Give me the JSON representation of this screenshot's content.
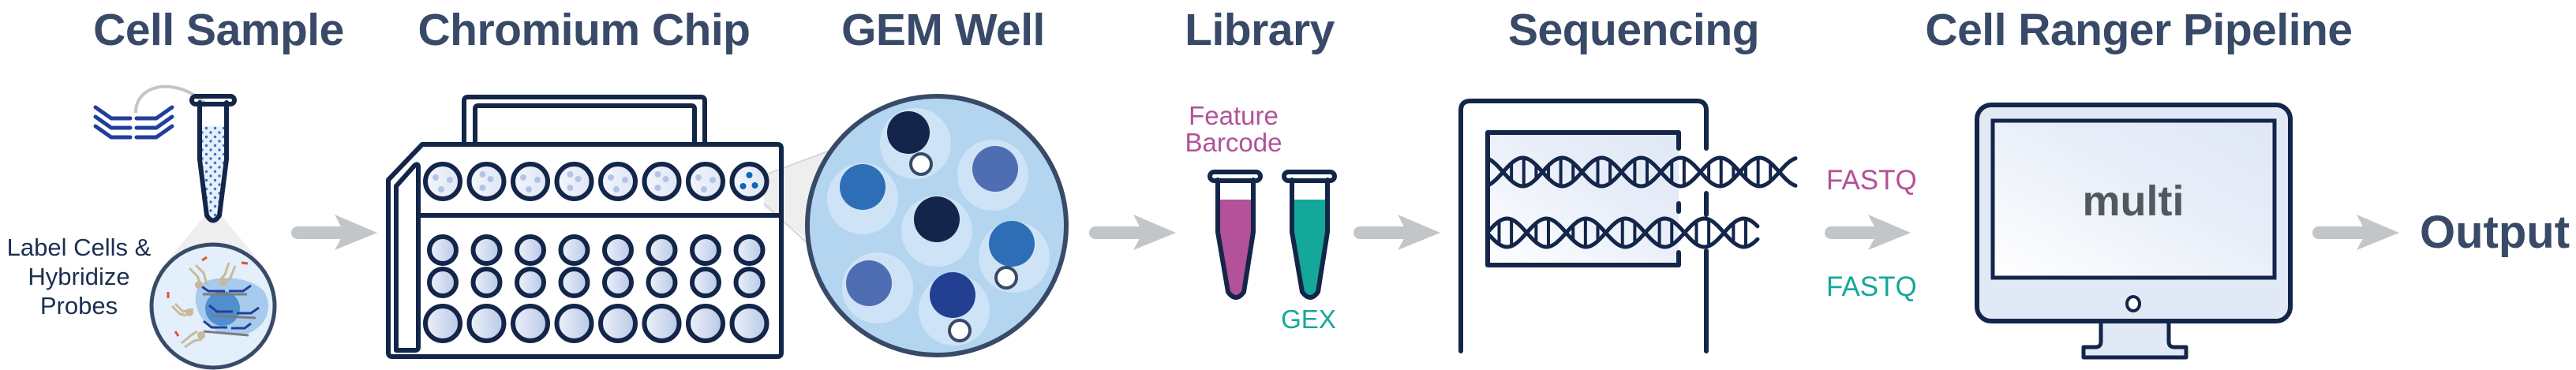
{
  "stages": [
    {
      "id": "cell-sample",
      "title": "Cell Sample",
      "caption_lines": [
        "Label Cells &",
        "Hybridize",
        "Probes"
      ]
    },
    {
      "id": "chromium-chip",
      "title": "Chromium Chip"
    },
    {
      "id": "gem-well",
      "title": "GEM Well"
    },
    {
      "id": "library",
      "title": "Library",
      "tubes": [
        {
          "label": "Feature Barcode",
          "label_lines": [
            "Feature",
            "Barcode"
          ],
          "color": "#b3519a"
        },
        {
          "label": "GEX",
          "color": "#14a89a"
        }
      ]
    },
    {
      "id": "sequencing",
      "title": "Sequencing",
      "outputs": [
        {
          "label": "FASTQ",
          "color": "#b3519a"
        },
        {
          "label": "FASTQ",
          "color": "#14a89a"
        }
      ]
    },
    {
      "id": "cell-ranger",
      "title": "Cell Ranger Pipeline",
      "screen_text": "multi"
    }
  ],
  "output_label": "Output",
  "chip": {
    "columns": 8,
    "wells_per_column": 4,
    "highlighted_column": 8
  },
  "colors": {
    "title": "#384a68",
    "ink": "#13264a",
    "arrow": "#c3c6c9",
    "feature_barcode": "#b3519a",
    "gex": "#14a89a",
    "well_fill": "#b4d5f0",
    "cell_navy": "#14244a",
    "cell_blue": "#2e6eb6",
    "cell_slate": "#4f6db2",
    "cell_indigo": "#223f92"
  },
  "icons": [
    "probe-icon",
    "tube-icon",
    "magnifier-circle-icon",
    "chip-icon",
    "gem-well-icon",
    "library-tube-icon",
    "sequencer-icon",
    "dna-icon",
    "monitor-icon",
    "arrow-right-icon"
  ]
}
